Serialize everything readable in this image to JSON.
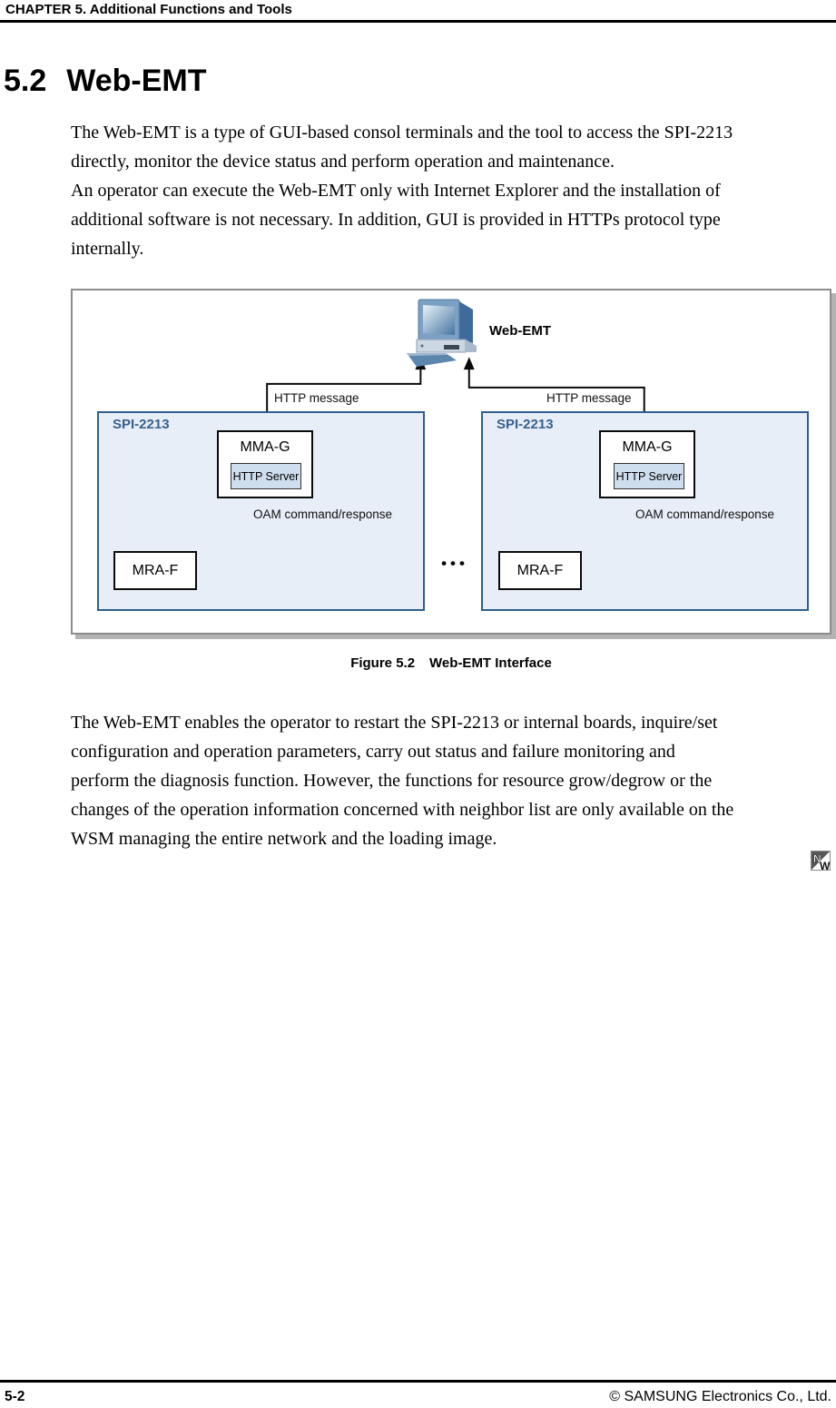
{
  "header": {
    "chapter": "CHAPTER 5. Additional Functions and Tools"
  },
  "section": {
    "number": "5.2",
    "title": "Web-EMT"
  },
  "paragraph1": "The Web-EMT is a type of GUI-based consol terminals and the tool to access the SPI-2213\ndirectly, monitor the device status and perform operation and maintenance.\nAn operator can execute the Web-EMT only with Internet Explorer and the installation of\nadditional software is not necessary. In addition, GUI is provided in HTTPs protocol type\ninternally.",
  "figure": {
    "terminal_label": "Web-EMT",
    "ellipsis": "•••",
    "units": [
      {
        "name": "SPI-2213",
        "board": "MMA-G",
        "server": "HTTP Server",
        "sub_board": "MRA-F",
        "link_label": "HTTP message",
        "internal_label": "OAM command/response"
      },
      {
        "name": "SPI-2213",
        "board": "MMA-G",
        "server": "HTTP Server",
        "sub_board": "MRA-F",
        "link_label": "HTTP message",
        "internal_label": "OAM command/response"
      }
    ],
    "caption_label": "Figure 5.2",
    "caption_title": "Web-EMT Interface"
  },
  "paragraph2": "The Web-EMT enables the operator to restart the SPI-2213 or internal boards, inquire/set\nconfiguration and operation parameters, carry out status and failure monitoring and\nperform the diagnosis function. However, the functions for resource grow/degrow or the\nchanges of the operation information concerned with neighbor list are only available on the\nWSM managing the entire network and the loading image.",
  "nw_icon": {
    "n": "N",
    "w": "W"
  },
  "footer": {
    "page_number": "5-2",
    "copyright": "© SAMSUNG Electronics Co., Ltd."
  },
  "colors": {
    "accent": "#36618f",
    "box-fill": "#e8eef7",
    "box-border": "#2e5f8e",
    "server-fill": "#cfdeee",
    "fig-border": "#8c8c8c",
    "fig-shadow": "#b3b3b3"
  }
}
